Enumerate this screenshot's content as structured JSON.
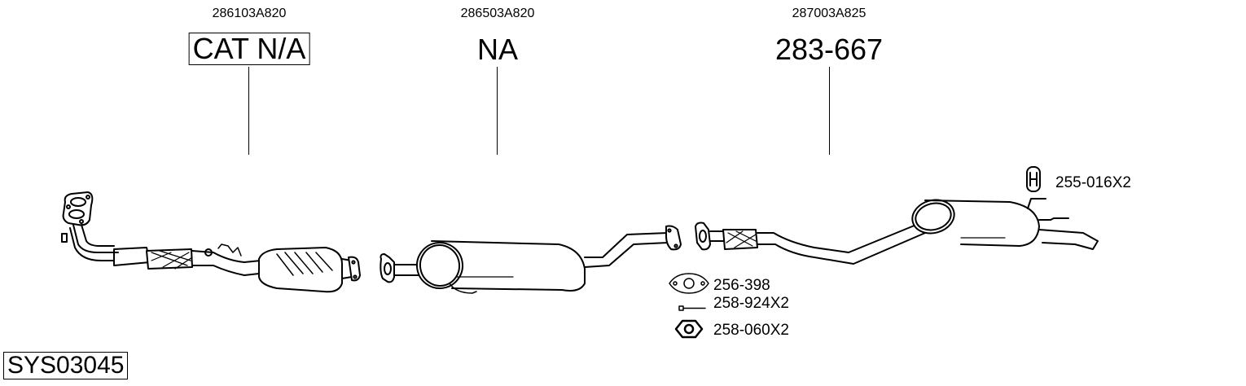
{
  "diagram": {
    "type": "exhaust-system-parts-diagram",
    "system_code": "SYS03045",
    "parts": [
      {
        "oem_number": "286103A820",
        "part_number": "CAT N/A",
        "boxed": true,
        "description": "front pipe with catalytic converter"
      },
      {
        "oem_number": "286503A820",
        "part_number": "NA",
        "boxed": false,
        "description": "middle silencer"
      },
      {
        "oem_number": "287003A825",
        "part_number": "283-667",
        "boxed": false,
        "description": "rear silencer with pipe"
      }
    ],
    "accessories": [
      {
        "part_number": "255-016X2",
        "icon": "rubber-mount-icon"
      },
      {
        "part_number": "256-398",
        "icon": "gasket-icon"
      },
      {
        "part_number": "258-924X2",
        "icon": "bolt-icon"
      },
      {
        "part_number": "258-060X2",
        "icon": "nut-icon"
      }
    ]
  }
}
